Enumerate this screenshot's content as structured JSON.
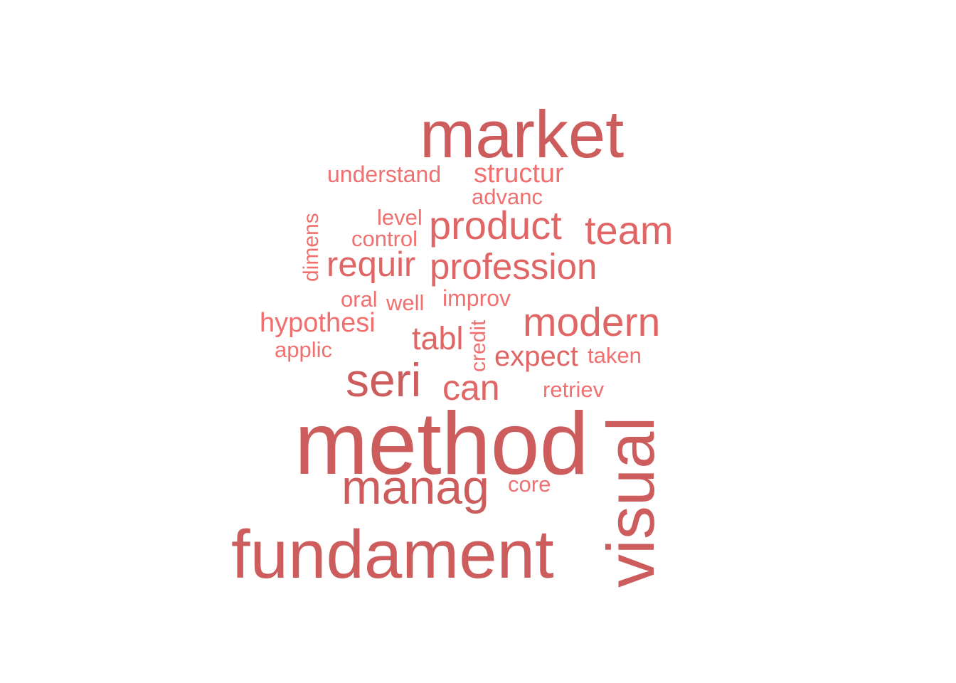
{
  "words": [
    {
      "key": "market",
      "text": "market",
      "weight": "large",
      "color": "#cd5c5c"
    },
    {
      "key": "understand",
      "text": "understand",
      "weight": "small",
      "color": "#f07070"
    },
    {
      "key": "structur",
      "text": "structur",
      "weight": "small-medium",
      "color": "#f07070"
    },
    {
      "key": "advanc",
      "text": "advanc",
      "weight": "small",
      "color": "#f07070"
    },
    {
      "key": "level",
      "text": "level",
      "weight": "small",
      "color": "#f07070"
    },
    {
      "key": "dimens",
      "text": "dimens",
      "weight": "small",
      "color": "#f07070",
      "rotated": true
    },
    {
      "key": "product",
      "text": "product",
      "weight": "medium",
      "color": "#e06666"
    },
    {
      "key": "team",
      "text": "team",
      "weight": "medium",
      "color": "#e06666"
    },
    {
      "key": "control",
      "text": "control",
      "weight": "small",
      "color": "#f07070"
    },
    {
      "key": "requir",
      "text": "requir",
      "weight": "medium",
      "color": "#e06666"
    },
    {
      "key": "profession",
      "text": "profession",
      "weight": "medium",
      "color": "#e06666"
    },
    {
      "key": "oral",
      "text": "oral",
      "weight": "small",
      "color": "#f07070"
    },
    {
      "key": "well",
      "text": "well",
      "weight": "small",
      "color": "#f07070"
    },
    {
      "key": "improv",
      "text": "improv",
      "weight": "small",
      "color": "#f07070"
    },
    {
      "key": "hypothesi",
      "text": "hypothesi",
      "weight": "small-medium",
      "color": "#f07070"
    },
    {
      "key": "credit",
      "text": "credit",
      "weight": "small",
      "color": "#f07070",
      "rotated": true
    },
    {
      "key": "modern",
      "text": "modern",
      "weight": "medium",
      "color": "#e06666"
    },
    {
      "key": "tabl",
      "text": "tabl",
      "weight": "small-medium",
      "color": "#e06666"
    },
    {
      "key": "applic",
      "text": "applic",
      "weight": "small",
      "color": "#f07070"
    },
    {
      "key": "expect",
      "text": "expect",
      "weight": "small-medium",
      "color": "#e06666"
    },
    {
      "key": "taken",
      "text": "taken",
      "weight": "small",
      "color": "#f07070"
    },
    {
      "key": "seri",
      "text": "seri",
      "weight": "medium-large",
      "color": "#cd5c5c"
    },
    {
      "key": "can",
      "text": "can",
      "weight": "small-medium",
      "color": "#e06666"
    },
    {
      "key": "retriev",
      "text": "retriev",
      "weight": "small",
      "color": "#f07070"
    },
    {
      "key": "method",
      "text": "method",
      "weight": "largest",
      "color": "#cd5c5c"
    },
    {
      "key": "visual",
      "text": "visual",
      "weight": "large",
      "color": "#cd5c5c",
      "rotated": true
    },
    {
      "key": "manag",
      "text": "manag",
      "weight": "medium-large",
      "color": "#cd5c5c"
    },
    {
      "key": "core",
      "text": "core",
      "weight": "small",
      "color": "#f07070"
    },
    {
      "key": "fundament",
      "text": "fundament",
      "weight": "large",
      "color": "#cd5c5c"
    }
  ]
}
